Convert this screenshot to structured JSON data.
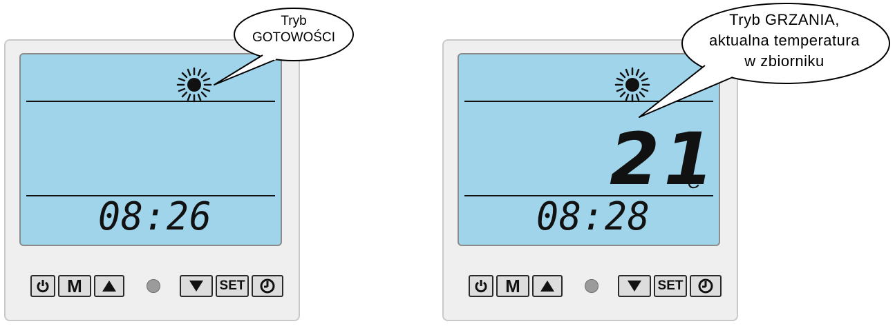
{
  "left_panel": {
    "callout": {
      "line1": "Tryb",
      "line2": "GOTOWOŚCI"
    },
    "clock": "08:26",
    "icons": {
      "sun": "sun-icon"
    }
  },
  "right_panel": {
    "callout": {
      "line1": "Tryb GRZANIA,",
      "line2": "aktualna temperatura",
      "line3": "w zbiorniku"
    },
    "temperature": "21",
    "unit": "°C",
    "clock": "08:28",
    "icons": {
      "sun": "sun-icon"
    }
  },
  "buttons": {
    "power_icon": "power-icon",
    "mode_label": "M",
    "up_icon": "triangle-up-icon",
    "down_icon": "triangle-down-icon",
    "set_label": "SET",
    "clock_icon": "clock-icon"
  },
  "colors": {
    "lcd_background": "#9fd4ea",
    "panel_background": "#efefef",
    "button_background": "#dddddd",
    "led": "#9b9b9b"
  }
}
